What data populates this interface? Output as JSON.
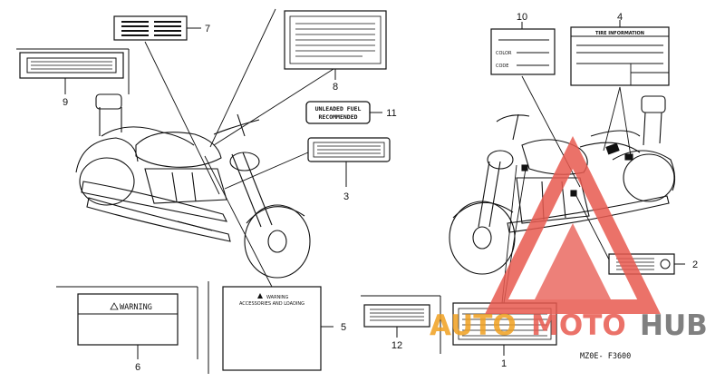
{
  "callouts": [
    "1",
    "2",
    "3",
    "4",
    "5",
    "6",
    "7",
    "8",
    "9",
    "10",
    "11",
    "12"
  ],
  "labels": {
    "tire_info_title": "TIRE INFORMATION",
    "color_field": "COLOR",
    "code_field": "CODE",
    "fuel_line1": "UNLEADED FUEL",
    "fuel_line2": "RECOMMENDED",
    "warning6": "WARNING",
    "warning5_line1": "WARNING",
    "warning5_line2": "ACCESSORIES AND LOADING"
  },
  "diagram_code": "MZ0E- F3600",
  "watermark": {
    "part1": "AUTO",
    "part2": "MOTO",
    "part3": "HUB"
  },
  "colors": {
    "ink": "#111111",
    "watermark_red": "#e85a50",
    "watermark_orange": "#f0a020",
    "watermark_gray": "#6a6a6a"
  }
}
